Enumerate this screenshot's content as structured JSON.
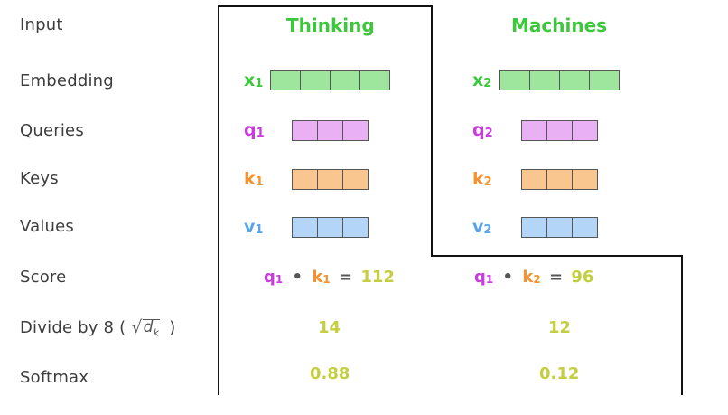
{
  "rows": {
    "input": "Input",
    "embedding": "Embedding",
    "queries": "Queries",
    "keys": "Keys",
    "values": "Values",
    "score": "Score",
    "divide_prefix": "Divide by 8 (",
    "divide_sqrt": "d",
    "divide_sub": "k",
    "divide_suffix": ")",
    "softmax": "Softmax"
  },
  "words": [
    "Thinking",
    "Machines"
  ],
  "vectors": {
    "x1": {
      "base": "x",
      "sub": "1"
    },
    "x2": {
      "base": "x",
      "sub": "2"
    },
    "q1": {
      "base": "q",
      "sub": "1"
    },
    "q2": {
      "base": "q",
      "sub": "2"
    },
    "k1": {
      "base": "k",
      "sub": "1"
    },
    "k2": {
      "base": "k",
      "sub": "2"
    },
    "v1": {
      "base": "v",
      "sub": "1"
    },
    "v2": {
      "base": "v",
      "sub": "2"
    }
  },
  "scores": {
    "s1": {
      "q": "q",
      "qsub": "1",
      "op": "•",
      "k": "k",
      "ksub": "1",
      "eq": "=",
      "value": "112"
    },
    "s2": {
      "q": "q",
      "qsub": "1",
      "op": "•",
      "k": "k",
      "ksub": "2",
      "eq": "=",
      "value": "96"
    }
  },
  "divided": [
    "14",
    "12"
  ],
  "softmax": [
    "0.88",
    "0.12"
  ],
  "colors": {
    "word": "#3cc73c",
    "embedding": "#9ee59e",
    "query": "#e9b0f3",
    "key": "#f9c690",
    "value": "#b3d6f8",
    "number": "#c3cf3e",
    "outline": "#111111"
  }
}
